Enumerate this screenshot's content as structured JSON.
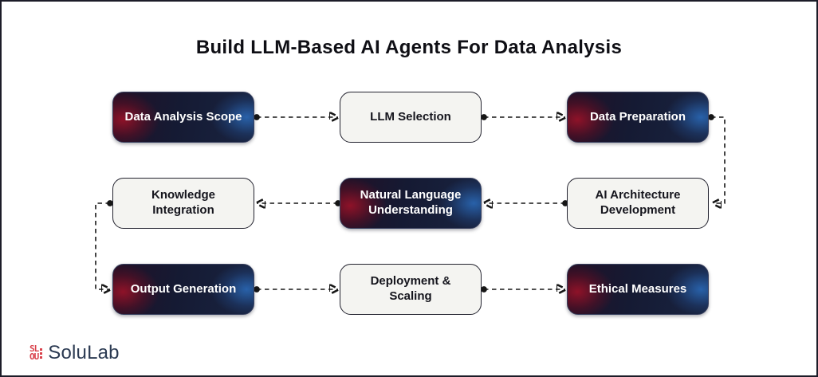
{
  "title": "Build LLM-Based AI Agents For Data Analysis",
  "flow": {
    "nodes": [
      {
        "id": "data-analysis-scope",
        "label": "Data Analysis Scope",
        "variant": "dark",
        "row": 1,
        "col": 1
      },
      {
        "id": "llm-selection",
        "label": "LLM Selection",
        "variant": "light",
        "row": 1,
        "col": 2
      },
      {
        "id": "data-preparation",
        "label": "Data Preparation",
        "variant": "dark",
        "row": 1,
        "col": 3
      },
      {
        "id": "knowledge-integration",
        "label": "Knowledge Integration",
        "variant": "light",
        "row": 2,
        "col": 1
      },
      {
        "id": "natural-language-understanding",
        "label": "Natural Language Understanding",
        "variant": "dark",
        "row": 2,
        "col": 2
      },
      {
        "id": "ai-architecture-development",
        "label": "AI Architecture Development",
        "variant": "light",
        "row": 2,
        "col": 3
      },
      {
        "id": "output-generation",
        "label": "Output Generation",
        "variant": "dark",
        "row": 3,
        "col": 1
      },
      {
        "id": "deployment-scaling",
        "label": "Deployment & Scaling",
        "variant": "light",
        "row": 3,
        "col": 2
      },
      {
        "id": "ethical-measures",
        "label": "Ethical Measures",
        "variant": "dark",
        "row": 3,
        "col": 3
      }
    ],
    "sequence": [
      "Data Analysis Scope",
      "LLM Selection",
      "Data Preparation",
      "AI Architecture Development",
      "Natural Language Understanding",
      "Knowledge Integration",
      "Output Generation",
      "Deployment & Scaling",
      "Ethical Measures"
    ],
    "connector_style": "dashed-arrow"
  },
  "footer": {
    "brand": "SoluLab"
  },
  "colors": {
    "dark_node_base": "#151a33",
    "dark_node_red_glow": "#8e1228",
    "dark_node_blue_glow": "#2b6cbc",
    "light_node_bg": "#f4f4f1",
    "node_border_dark": "#39415f",
    "node_border_light": "#23232f",
    "connector": "#161616",
    "title_text": "#0e0e14",
    "brand_red": "#d9404a",
    "brand_navy": "#2b3a52",
    "frame_border": "#1c1c28"
  }
}
